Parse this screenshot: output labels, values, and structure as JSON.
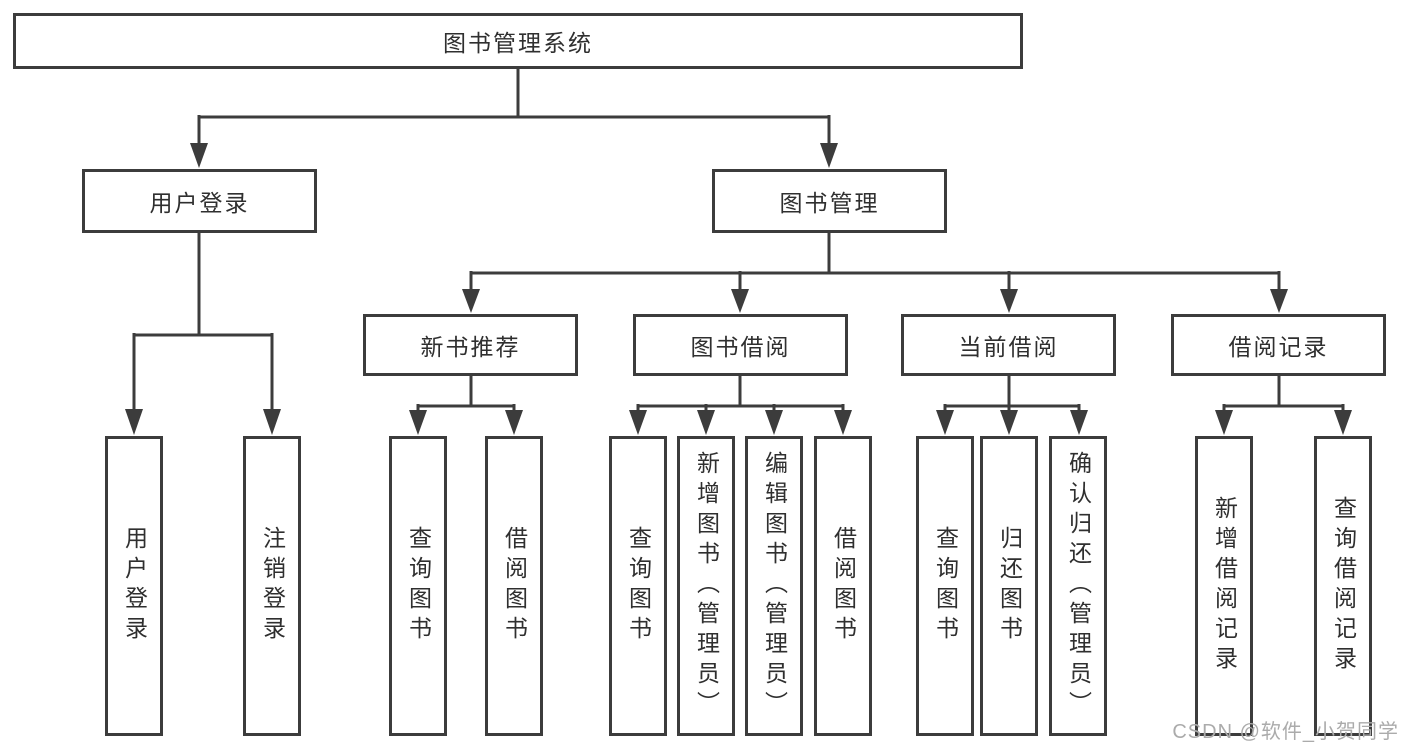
{
  "diagram": {
    "tree": {
      "root": {
        "label": "图书管理系统"
      },
      "children": [
        {
          "label": "用户登录",
          "children": [
            {
              "label": "用户登录"
            },
            {
              "label": "注销登录"
            }
          ]
        },
        {
          "label": "图书管理",
          "children": [
            {
              "label": "新书推荐",
              "children": [
                {
                  "label": "查询图书"
                },
                {
                  "label": "借阅图书"
                }
              ]
            },
            {
              "label": "图书借阅",
              "children": [
                {
                  "label": "查询图书"
                },
                {
                  "label": "新增图书（管理员）"
                },
                {
                  "label": "编辑图书（管理员）"
                },
                {
                  "label": "借阅图书"
                }
              ]
            },
            {
              "label": "当前借阅",
              "children": [
                {
                  "label": "查询图书"
                },
                {
                  "label": "归还图书"
                },
                {
                  "label": "确认归还（管理员）"
                }
              ]
            },
            {
              "label": "借阅记录",
              "children": [
                {
                  "label": "新增借阅记录"
                },
                {
                  "label": "查询借阅记录"
                }
              ]
            }
          ]
        }
      ]
    },
    "colors": {
      "line": "#3c3c3c",
      "text": "#2f2f2f",
      "background": "#ffffff",
      "watermark": "#ababab"
    }
  },
  "watermark": {
    "text": "CSDN @软件_小贺同学"
  }
}
